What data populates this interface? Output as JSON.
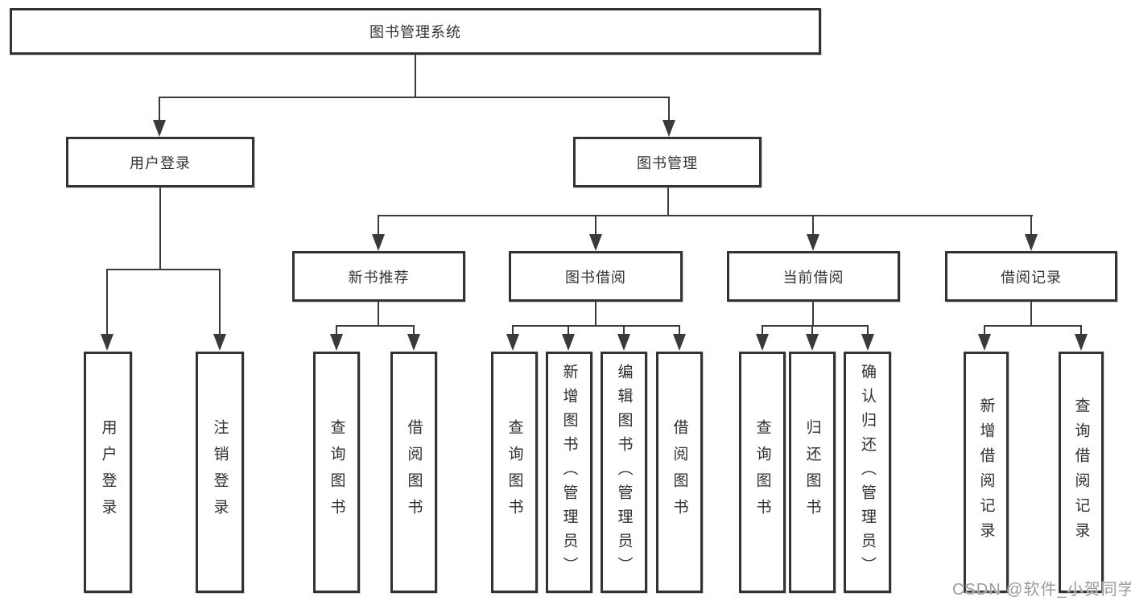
{
  "diagram": {
    "type": "tree",
    "root": {
      "label": "图书管理系统"
    },
    "level2": [
      {
        "label": "用户登录"
      },
      {
        "label": "图书管理"
      }
    ],
    "level3": [
      {
        "label": "新书推荐",
        "parent": "图书管理"
      },
      {
        "label": "图书借阅",
        "parent": "图书管理"
      },
      {
        "label": "当前借阅",
        "parent": "图书管理"
      },
      {
        "label": "借阅记录",
        "parent": "图书管理"
      }
    ],
    "leaf_groups": [
      {
        "parent": "用户登录",
        "items": [
          "用户登录",
          "注销登录"
        ]
      },
      {
        "parent": "新书推荐",
        "items": [
          "查询图书",
          "借阅图书"
        ]
      },
      {
        "parent": "图书借阅",
        "items": [
          "查询图书",
          "新增图书（管理员）",
          "编辑图书（管理员）",
          "借阅图书"
        ]
      },
      {
        "parent": "当前借阅",
        "items": [
          "查询图书",
          "归还图书",
          "确认归还（管理员）"
        ]
      },
      {
        "parent": "借阅记录",
        "items": [
          "新增借阅记录",
          "查询借阅记录"
        ]
      }
    ],
    "colors": {
      "line": "#3a3a3a",
      "box_border": "#333333",
      "text": "#333333",
      "watermark": "#9b9b9b",
      "background": "#ffffff"
    }
  },
  "watermark": {
    "text": "CSDN @软件_小贺同学"
  }
}
